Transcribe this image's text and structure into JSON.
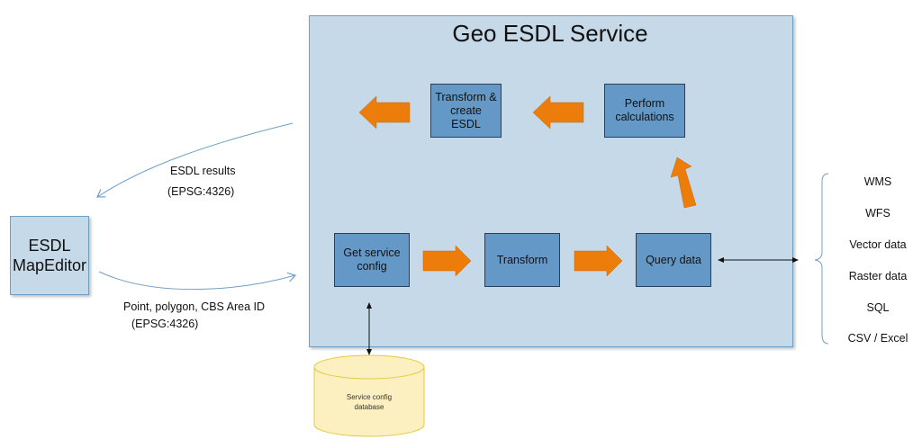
{
  "service": {
    "title": "Geo ESDL Service"
  },
  "boxes": {
    "transform_create": "Transform &\ncreate\nESDL",
    "perform": "Perform\ncalculations",
    "get_config": "Get service\nconfig",
    "transform": "Transform",
    "query": "Query data"
  },
  "editor": {
    "label": "ESDL\nMapEditor"
  },
  "flows": {
    "results_line1": "ESDL results",
    "results_line2": "(EPSG:4326)",
    "input_line1": "Point, polygon, CBS Area ID",
    "input_line2": "(EPSG:4326)"
  },
  "database": {
    "label": "Service config\ndatabase"
  },
  "sources": [
    "WMS",
    "WFS",
    "Vector data",
    "Raster data",
    "SQL",
    "CSV / Excel"
  ],
  "colors": {
    "container": "#c5d9e8",
    "box": "#6499c7",
    "arrow": "#ed7d0a",
    "db": "#fdf0c0",
    "connector": "#6fa0c8"
  }
}
